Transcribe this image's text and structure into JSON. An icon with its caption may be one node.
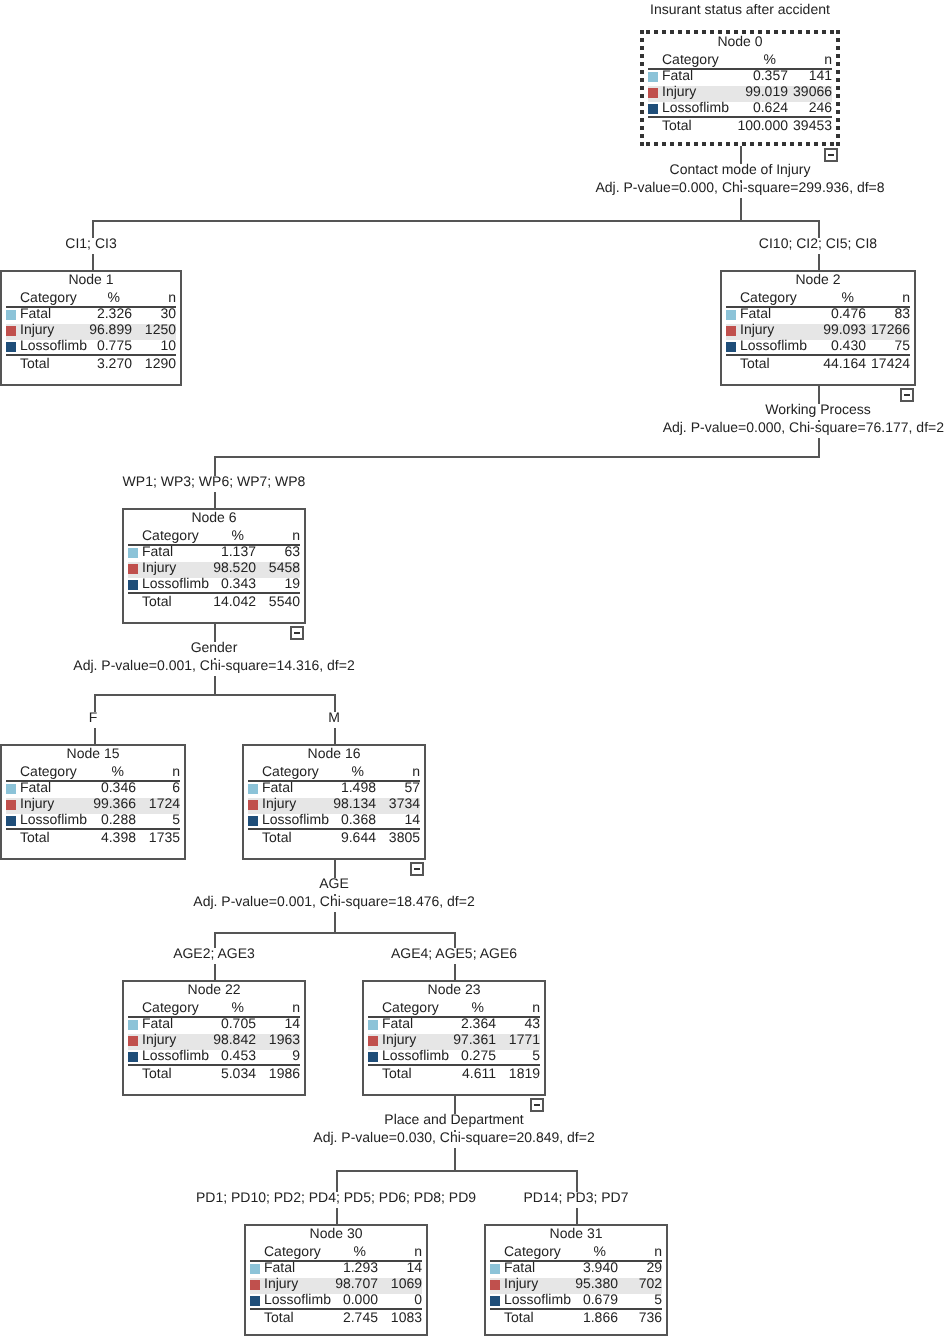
{
  "diagram": {
    "title": "Insurant status after accident",
    "nodes": [
      {
        "text": [
          "Node 0",
          "Category",
          "%",
          "n",
          "Fatal",
          "0.357",
          "141",
          "Injury",
          "99.019",
          "39066",
          "Lossoflimb",
          "0.624",
          "246",
          "Total",
          "100.000",
          "39453"
        ],
        "beside": [
          "Contact mode of Injury",
          "Adj. P-value=0.000, Chi-square=299.936, df=8"
        ]
      },
      {
        "text": [
          "Node 1",
          "Category",
          "%",
          "n",
          "Fatal",
          "2.326",
          "30",
          "Injury",
          "96.899",
          "1250",
          "Lossoflimb",
          "0.775",
          "10",
          "Total",
          "3.270",
          "1290"
        ]
      },
      {
        "text": [
          "Node 2",
          "Category",
          "%",
          "n",
          "Fatal",
          "0.476",
          "83",
          "Injury",
          "99.093",
          "17266",
          "Lossoflimb",
          "0.430",
          "75",
          "Total",
          "44.164",
          "17424"
        ],
        "beside": [
          "Working Process",
          "Adj. P-value=0.000, Chi-square=76.177, df=2"
        ]
      },
      {
        "text": [
          "Node 6",
          "Category",
          "%",
          "n",
          "Fatal",
          "1.137",
          "63",
          "Injury",
          "98.520",
          "5458",
          "Lossoflimb",
          "0.343",
          "19",
          "Total",
          "14.042",
          "5540"
        ],
        "beside": [
          "Gender",
          "Adj. P-value=0.001, Chi-square=14.316, df=2"
        ]
      },
      {
        "text": [
          "Node 15",
          "Category",
          "%",
          "n",
          "Fatal",
          "0.346",
          "6",
          "Injury",
          "99.366",
          "1724",
          "Lossoflimb",
          "0.288",
          "5",
          "Total",
          "4.398",
          "1735"
        ]
      },
      {
        "text": [
          "Node 16",
          "Category",
          "%",
          "n",
          "Fatal",
          "1.498",
          "57",
          "Injury",
          "98.134",
          "3734",
          "Lossoflimb",
          "0.368",
          "14",
          "Total",
          "9.644",
          "3805"
        ],
        "beside": [
          "AGE",
          "Adj. P-value=0.001, Chi-square=18.476, df=2"
        ]
      },
      {
        "text": [
          "Node 22",
          "Category",
          "%",
          "n",
          "Fatal",
          "0.705",
          "14",
          "Injury",
          "98.842",
          "1963",
          "Lossoflimb",
          "0.453",
          "9",
          "Total",
          "5.034",
          "1986"
        ]
      },
      {
        "text": [
          "Node 23",
          "Category",
          "%",
          "n",
          "Fatal",
          "2.364",
          "43",
          "Injury",
          "97.361",
          "1771",
          "Lossoflimb",
          "0.275",
          "5",
          "Total",
          "4.611",
          "1819"
        ],
        "beside": [
          "Place and Department",
          "Adj. P-value=0.030, Chi-square=20.849, df=2"
        ]
      },
      {
        "text": [
          "Node 30",
          "Category",
          "%",
          "n",
          "Fatal",
          "1.293",
          "14",
          "Injury",
          "98.707",
          "1069",
          "Lossoflimb",
          "0.000",
          "0",
          "Total",
          "2.745",
          "1083"
        ]
      },
      {
        "text": [
          "Node 31",
          "Category",
          "%",
          "n",
          "Fatal",
          "3.940",
          "29",
          "Injury",
          "95.380",
          "702",
          "Lossoflimb",
          "0.679",
          "5",
          "Total",
          "1.866",
          "736"
        ]
      }
    ],
    "edges": [
      {
        "from": 0,
        "to": 1,
        "arrow": "none",
        "label": "CI1; CI3"
      },
      {
        "from": 0,
        "to": 2,
        "arrow": "none",
        "label": "CI10; CI2; CI5; CI8"
      },
      {
        "from": 2,
        "to": 3,
        "arrow": "none",
        "label": "WP1; WP3; WP6; WP7; WP8"
      },
      {
        "from": 3,
        "to": 4,
        "arrow": "none",
        "label": "F"
      },
      {
        "from": 3,
        "to": 5,
        "arrow": "none",
        "label": "M"
      },
      {
        "from": 5,
        "to": 6,
        "arrow": "none",
        "label": "AGE2; AGE3"
      },
      {
        "from": 5,
        "to": 7,
        "arrow": "none",
        "label": "AGE4; AGE5; AGE6"
      },
      {
        "from": 7,
        "to": 8,
        "arrow": "none",
        "label": "PD1; PD10; PD2; PD4; PD5; PD6; PD8; PD9"
      },
      {
        "from": 7,
        "to": 9,
        "arrow": "none",
        "label": "PD14; PD3; PD7"
      }
    ]
  }
}
